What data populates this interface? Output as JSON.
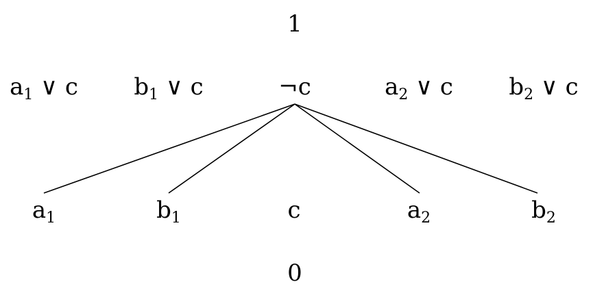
{
  "diagram": {
    "top": {
      "label": "1"
    },
    "bottom": {
      "label": "0"
    },
    "middle_row": [
      {
        "id": "a1_or_c",
        "base": "a",
        "sub": "1",
        "rest": " ∨ c"
      },
      {
        "id": "b1_or_c",
        "base": "b",
        "sub": "1",
        "rest": " ∨ c"
      },
      {
        "id": "not_c",
        "base": "¬c",
        "sub": "",
        "rest": ""
      },
      {
        "id": "a2_or_c",
        "base": "a",
        "sub": "2",
        "rest": " ∨ c"
      },
      {
        "id": "b2_or_c",
        "base": "b",
        "sub": "2",
        "rest": " ∨ c"
      }
    ],
    "lower_row": [
      {
        "id": "a1",
        "base": "a",
        "sub": "1"
      },
      {
        "id": "b1",
        "base": "b",
        "sub": "1"
      },
      {
        "id": "c",
        "base": "c",
        "sub": ""
      },
      {
        "id": "a2",
        "base": "a",
        "sub": "2"
      },
      {
        "id": "b2",
        "base": "b",
        "sub": "2"
      }
    ],
    "edges": [
      {
        "from": "not_c",
        "to": "a1"
      },
      {
        "from": "not_c",
        "to": "b1"
      },
      {
        "from": "not_c",
        "to": "a2"
      },
      {
        "from": "not_c",
        "to": "b2"
      }
    ]
  }
}
